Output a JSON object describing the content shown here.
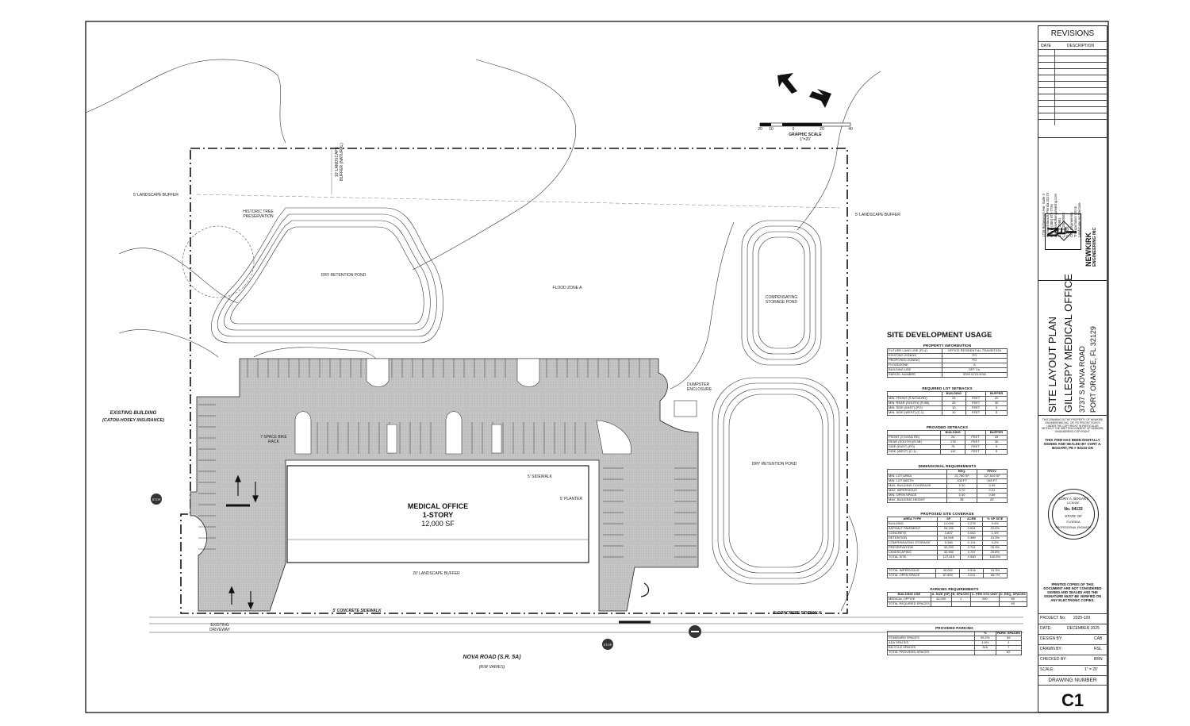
{
  "labels": {
    "landscape_buffer_left": "5' LANDSCAPE BUFFER",
    "landscape_buffer_top": "10' LANDSCAPE BUFFER (NATURAL)",
    "landscape_buffer_right": "5' LANDSCAPE BUFFER",
    "historic_tree": "HISTORIC TREE PRESERVATION",
    "dry_pond_left": "DRY RETENTION POND",
    "flood_zone": "FLOOD ZONE A",
    "comp_pond": "COMPENSATING STORAGE POND",
    "dry_pond_right": "DRY RETENTION POND",
    "dumpster": "DUMPSTER ENCLOSURE",
    "bike_rack": "7 SPACE BIKE RACK",
    "sidewalk_5": "5' SIDEWALK",
    "planter": "5' PLANTER",
    "medical_office_line1": "MEDICAL OFFICE",
    "medical_office_line2": "1-STORY",
    "medical_office_line3": "12,000 SF",
    "landscape_buffer_20": "20' LANDSCAPE BUFFER",
    "existing_building_line1": "EXISTING BUILDING",
    "existing_building_line2": "(CATON-HOSEY INSURANCE)",
    "existing_driveway": "EXISTING DRIVEWAY",
    "sidewalk_left": "5' CONCRETE SIDEWALK",
    "sidewalk_right": "5' CONCRETE SIDEWALK",
    "road_name": "NOVA ROAD (S.R. 5A)",
    "road_row": "(R/W VARIES)",
    "graphic_scale": "GRAPHIC SCALE",
    "scale_ratio": "1\"=20'",
    "scale_ticks": [
      "20",
      "10",
      "0",
      "20",
      "40"
    ]
  },
  "usage": {
    "title": "SITE DEVELOPMENT USAGE",
    "property_header": "PROPERTY INFORMATION",
    "property_rows": [
      [
        "FUTURE LAND USE (FLU)",
        "OFFICE RESIDENTIAL TRANSITION"
      ],
      [
        "EXISTING ZONING",
        "PO"
      ],
      [
        "PROPOSED ZONING",
        "PO"
      ],
      [
        "FLOODZONE",
        "A"
      ],
      [
        "BUILDING USE",
        "OFF Co."
      ],
      [
        "PARCEL NUMBER",
        "5339 0178 0040"
      ]
    ],
    "req_setback_header": "REQUIRED LOT SETBACKS",
    "req_setback_cols": [
      "",
      "BUILDING",
      "",
      "BUFFER"
    ],
    "req_setback_rows": [
      [
        "MIN. FRONT (S NOVA RD)",
        "25",
        "FEET",
        "20"
      ],
      [
        "MIN. REAR (SOUTH) (R-5B)",
        "25",
        "FEET",
        "30"
      ],
      [
        "MIN. SIDE (EAST) (PO)",
        "10",
        "FEET",
        "5"
      ],
      [
        "MIN. SIDE (WEST) (C-1)",
        "10",
        "FEET",
        "5"
      ]
    ],
    "prov_setback_header": "PROVIDED SETBACKS",
    "prov_setback_cols": [
      "",
      "BUILDING",
      "",
      "BUFFER"
    ],
    "prov_setback_rows": [
      [
        "FRONT (S NOVA RD)",
        "28",
        "FEET",
        "20"
      ],
      [
        "REAR (SOUTH) (R-5B)",
        "178",
        "FEET",
        "30"
      ],
      [
        "SIDE (EAST) (PO)",
        "75",
        "FEET",
        "5"
      ],
      [
        "SIDE (WEST) (C-1)",
        "110",
        "FEET",
        "5"
      ]
    ],
    "dim_header": "DIMENSIONAL REQUIREMENTS",
    "dim_cols": [
      "",
      "REQ.",
      "PROV."
    ],
    "dim_rows": [
      [
        "MIN. LOT AREA",
        "21,780 SF",
        "127,615 SF"
      ],
      [
        "MIN. LOT WIDTH",
        "100 FT",
        "345 FT"
      ],
      [
        "MAX. BUILDING COVERAGE",
        "0.30",
        "0.09"
      ],
      [
        "MAX. IMPERVIOUS",
        "0.70",
        "0.31"
      ],
      [
        "MIN. OPEN SPACE",
        "0.40",
        "0.69"
      ],
      [
        "MAX. BUILDING HEIGHT",
        "35'",
        "20'"
      ]
    ],
    "coverage_header": "PROPOSED SITE COVERAGE",
    "coverage_cols": [
      "AREA TYPE",
      "SF",
      "ACRE",
      "% OF SITE"
    ],
    "coverage_rows": [
      [
        "BUILDING",
        "12,000",
        "0.275",
        "9.4%"
      ],
      [
        "ASPHALT PAVEMENT",
        "26,190",
        "0.601",
        "20.5%"
      ],
      [
        "CONCRETE",
        "1,837",
        "0.042",
        "1.4%"
      ],
      [
        "RETENTION",
        "16,945",
        "0.389",
        "13.3%"
      ],
      [
        "COMPENSATING STORAGE",
        "5,380",
        "0.124",
        "4.2%"
      ],
      [
        "PRESERVATION",
        "32,292",
        "0.741",
        "25.3%"
      ],
      [
        "LANDSCAPING",
        "32,980",
        "0.757",
        "25.8%"
      ],
      [
        "TOTAL SITE",
        "127,615",
        "2.930",
        "100.0%"
      ]
    ],
    "coverage_totals": [
      [
        "TOTAL IMPERVIOUS",
        "40,002",
        "0.918",
        "31.3%"
      ],
      [
        "TOTAL OPEN SPACE",
        "87,600",
        "2.011",
        "68.7%"
      ]
    ],
    "parking_req_header": "PARKING REQUIREMENTS",
    "parking_req_cols": [
      "BUILDING USE",
      "A. SIZE (SF)",
      "B. SPACES",
      "C. PER STD UNIT",
      "D. REQ. SPACES"
    ],
    "parking_req_rows": [
      [
        "MEDICAL OFFICE",
        "12,000",
        "1",
        "200",
        "60"
      ],
      [
        "TOTAL REQUIRED SPACES",
        "",
        "",
        "",
        "60"
      ]
    ],
    "parking_prov_header": "PROVIDED PARKING",
    "parking_prov_cols": [
      "",
      "%",
      "PARK. SPACES"
    ],
    "parking_prov_rows": [
      [
        "STANDARD SPACES",
        "95.2%",
        "59"
      ],
      [
        "ADA SPACES",
        "4.8%",
        "3"
      ],
      [
        "BICYCLE SPACES",
        "N/A",
        "7"
      ],
      [
        "TOTAL PROVIDED SPACES",
        "",
        "62"
      ]
    ]
  },
  "titleblock": {
    "revisions": "REVISIONS",
    "rev_date": "DATE",
    "rev_desc": "DESCRIPTION",
    "firm_name": "NEWKIRK",
    "firm_sub": "ENGINEERING INC",
    "firm_letters": [
      "N",
      "E",
      "I"
    ],
    "firm_address": [
      "1729 Ridgewood Ave, Suite 3",
      "Ormond Beach, Florida 32174",
      "Phone (386) 872-7794",
      "www.newkirkengineering.com",
      "C.A. # 30981",
      "L.C. # 26000584",
      "© 2025",
      "Civil Engineering",
      "Transportation CEI &",
      "Landscape Architecture"
    ],
    "sheet_title": "SITE LAYOUT PLAN",
    "project_name": "GILLESPY MEDICAL OFFICE",
    "address1": "3737 S NOVA ROAD",
    "address2": "PORT ORANGE, FL 32129",
    "disclaimer": "THIS DRAWING IS THE PROPERTY OF NEWKIRK ENGINEERING INC. OR ITS PROTECTION IS UNDER THE COPYRIGHT IN PARTICULAR WITHOUT THE WRITTEN CONSENT OF NEWKIRK ENGINEERING COPYRIGHT",
    "digital_sign": "THIS ITEM HAS BEEN DIGITALLY SIGNED AND SEALED BY CORY A. BOGART, PE # 94133 ON",
    "seal_name": "CORY A. BOGART",
    "seal_license": "LICENSE",
    "seal_no": "No. 94133",
    "seal_state": "STATE OF",
    "seal_florida": "FLORIDA",
    "seal_pe": "PROFESSIONAL ENGINEER",
    "printed_note": "PRINTED COPIES OF THIS DOCUMENT ARE NOT CONSIDERED SIGNED AND SEALED AND THE SIGNATURE MUST BE VERIFIED ON ANY ELECTRONIC COPIES.",
    "project_no_label": "PROJECT No:",
    "project_no": "2025-109",
    "date_label": "DATE:",
    "date": "DECEMBER 2025",
    "design_label": "DESIGN BY:",
    "design_by": "CAB",
    "drawn_label": "DRAWN BY:",
    "drawn_by": "RSL",
    "checked_label": "CHECKED BY:",
    "checked_by": "BRN",
    "scale_label": "SCALE:",
    "scale": "1\" = 20'",
    "drawing_number_label": "DRAWING NUMBER",
    "sheet_no": "C1"
  },
  "colors": {
    "paving": "#c9c9c9",
    "line": "#222222",
    "sheet_bg": "#ffffff"
  }
}
